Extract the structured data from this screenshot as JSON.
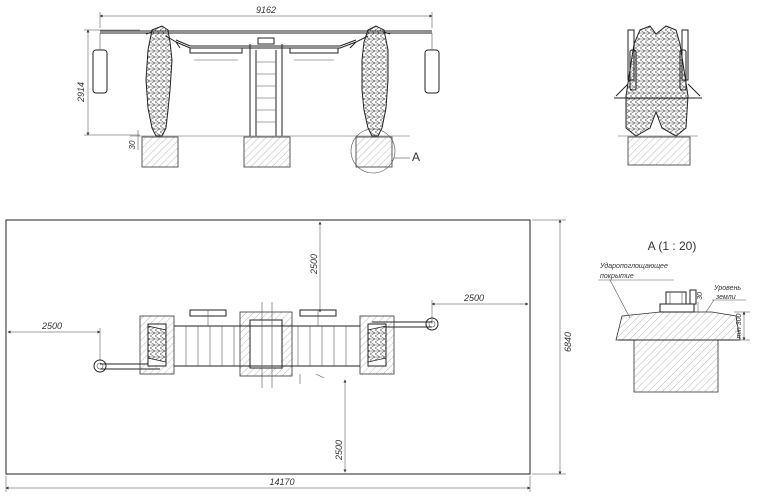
{
  "front_view": {
    "overall_width": "9162",
    "height": "2914",
    "foundation_offset": "30",
    "detail_callout": "A"
  },
  "plan_view": {
    "overall_width": "14170",
    "overall_depth": "6840",
    "clearances": {
      "top": "2500",
      "bottom": "2500",
      "left": "2500",
      "right": "2500"
    }
  },
  "detail_a": {
    "title": "A (1 : 20)",
    "surface_label_line1": "Ударопоглощающее",
    "surface_label_line2": "покрытие",
    "ground_label_line1": "Уровень",
    "ground_label_line2": "земли",
    "offset": "30",
    "depth": "min 300"
  }
}
